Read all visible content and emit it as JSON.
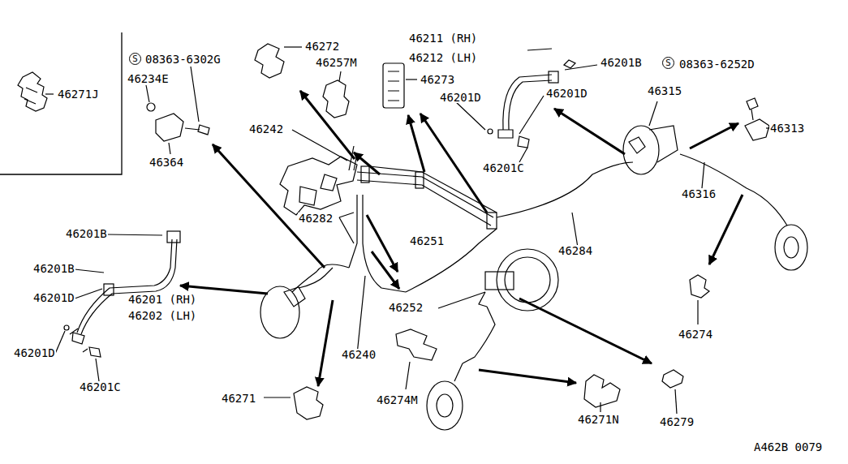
{
  "diagram": {
    "labels": [
      "46271J",
      "S",
      "08363-6302G",
      "46234E",
      "46364",
      "46272",
      "46257M",
      "46211 (RH)",
      "46212 (LH)",
      "46201B",
      "46273",
      "46201D",
      "46201D",
      "S",
      "08363-6252D",
      "46315",
      "46242",
      "46313",
      "46201C",
      "46316",
      "46282",
      "46201B",
      "46251",
      "46284",
      "46201B",
      "46201D",
      "46201 (RH)",
      "46252",
      "46202 (LH)",
      "46274",
      "46201D",
      "46240",
      "46201C",
      "46271",
      "46274M",
      "46271N",
      "46279",
      "A462B 0079"
    ]
  }
}
